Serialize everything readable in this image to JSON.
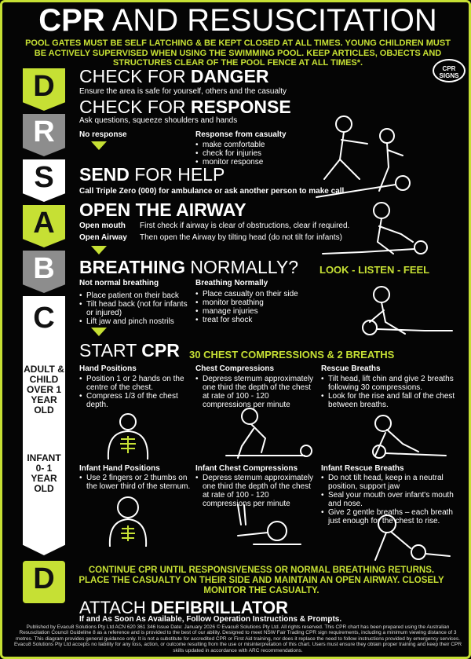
{
  "title_bold": "CPR",
  "title_rest": " AND RESUSCITATION",
  "warning": "POOL GATES MUST BE SELF LATCHING & BE KEPT CLOSED AT ALL TIMES. YOUNG CHILDREN MUST BE ACTIVELY SUPERVISED WHEN USING THE SWIMMING POOL. KEEP ARTICLES, OBJECTS AND STRUCTURES CLEAR OF THE POOL FENCE AT ALL TIMES*.",
  "logo_text": "CPR SIGNS",
  "letters": [
    "D",
    "R",
    "S",
    "A",
    "B",
    "C",
    "D"
  ],
  "adult_label": "ADULT & CHILD OVER 1 YEAR OLD",
  "infant_label": "INFANT 0- 1 YEAR OLD",
  "danger": {
    "pre": "CHECK FOR ",
    "bold": "DANGER",
    "sub": "Ensure the area is safe for yourself, others and the casualty"
  },
  "response": {
    "pre": "CHECK FOR ",
    "bold": "RESPONSE",
    "sub": "Ask questions, squeeze shoulders and hands",
    "no_response": "No response",
    "yes_label": "Response from casualty",
    "yes_items": [
      "make comfortable",
      "check for injuries",
      "monitor response"
    ]
  },
  "send": {
    "bold": "SEND",
    "rest": " FOR HELP",
    "sub": "Call Triple Zero (000) for ambulance or ask another person to make call"
  },
  "airway": {
    "title": "OPEN THE AIRWAY",
    "row1_label": "Open mouth",
    "row1_text": "First check if airway is clear of obstructions, clear if required.",
    "row2_label": "Open Airway",
    "row2_text": "Then open the Airway by tilting head (do not tilt for infants)"
  },
  "breathing": {
    "bold": "BREATHING",
    "rest": " NORMALLY?",
    "tag": "LOOK - LISTEN - FEEL",
    "not_label": "Not normal breathing",
    "not_items": [
      "Place patient on their back",
      "Tilt head back (not for infants or injured)",
      "Lift jaw and pinch nostrils"
    ],
    "yes_label": "Breathing Normally",
    "yes_items": [
      "Place casualty on their side",
      "monitor breathing",
      "manage injuries",
      "treat for shock"
    ]
  },
  "cpr": {
    "pre": "START ",
    "bold": "CPR",
    "tag": "30 CHEST COMPRESSIONS & 2 BREATHS",
    "hand_label": "Hand Positions",
    "hand_items": [
      "Position 1 or 2 hands on the centre of the chest.",
      "Compress 1/3 of the chest depth."
    ],
    "chest_label": "Chest Compressions",
    "chest_items": [
      "Depress sternum approximately one third the depth of the chest at rate of 100 - 120 compressions per minute"
    ],
    "rescue_label": "Rescue Breaths",
    "rescue_items": [
      "Tilt head, lift chin and give 2 breaths following 30 compressions.",
      "Look for the rise and fall of the chest between breaths."
    ],
    "ihand_label": "Infant Hand Positions",
    "ihand_items": [
      "Use 2 fingers or 2 thumbs on the lower third of the sternum."
    ],
    "ichest_label": "Infant Chest Compressions",
    "ichest_items": [
      "Depress sternum approximately one third the depth of the chest at rate of 100 - 120 compressions per minute"
    ],
    "irescue_label": "Infant Rescue Breaths",
    "irescue_items": [
      "Do not tilt head, keep in a neutral position, support jaw",
      "Seal your mouth over infant's mouth and nose.",
      "Give 2 gentle breaths – each breath just enough for the chest to rise."
    ]
  },
  "continue_note": "CONTINUE CPR UNTIL RESPONSIVENESS OR NORMAL BREATHING RETURNS. PLACE THE CASUALTY ON THEIR SIDE AND MAINTAIN AN OPEN AIRWAY. CLOSELY MONITOR THE CASUALTY.",
  "defib": {
    "pre": "ATTACH ",
    "bold": "DEFIBRILLATOR",
    "sub": "If and As Soon As Available, Follow Operation Instructions & Prompts."
  },
  "fine_print": "Published by Evacu8 Solutions Pty Ltd  ACN 620 361 346  Issue Date: January 2026  © Evacu8 Solutions Pty Ltd. All rights reserved. This CPR chart has been prepared using the Australian Resuscitation Council Guideline 8 as a reference and is provided to the best of our ability. Designed to meet NSW Fair Trading CPR sign requirements, including a minimum viewing distance of 3 metres. This diagram provides general guidance only. It is not a substitute for accredited CPR or First Aid training, nor does it replace the need to follow instructions provided by emergency services. Evacu8 Solutions Pty Ltd accepts no liability for any loss, action, or outcome resulting from the use or misinterpretation of this chart. Users must ensure they obtain proper training and keep their CPR skills updated in accordance with ARC recommendations."
}
